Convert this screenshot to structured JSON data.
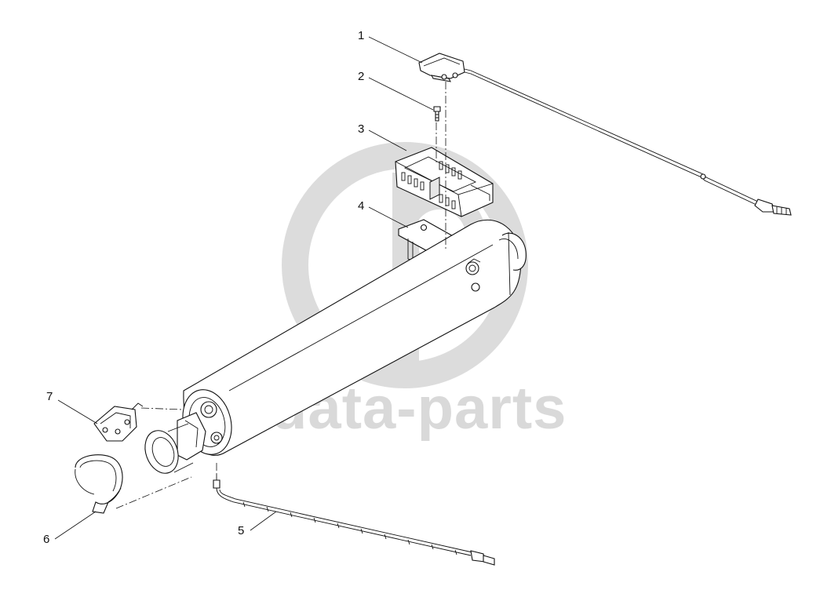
{
  "diagram": {
    "watermark": {
      "brand_text": "data-parts",
      "logo_icon": "dp-logo-icon",
      "color": "#d9d9d9"
    },
    "callouts": [
      {
        "id": "1",
        "label": "1"
      },
      {
        "id": "2",
        "label": "2"
      },
      {
        "id": "3",
        "label": "3"
      },
      {
        "id": "4",
        "label": "4"
      },
      {
        "id": "5",
        "label": "5"
      },
      {
        "id": "6",
        "label": "6"
      },
      {
        "id": "7",
        "label": "7"
      }
    ],
    "line_color": "#111111",
    "background": "#ffffff"
  }
}
